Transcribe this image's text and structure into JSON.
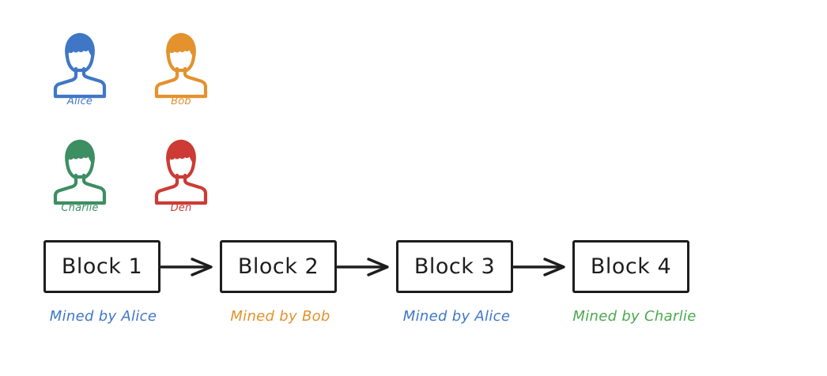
{
  "diagram": {
    "title": "Blockchain mining participants and block chain",
    "background": "#ffffff"
  },
  "participants": {
    "section_name": "participants",
    "people": [
      {
        "name": "Alice",
        "color": "#3f77c6",
        "icon": "person-avatar-icon"
      },
      {
        "name": "Bob",
        "color": "#e3922e",
        "icon": "person-avatar-icon"
      },
      {
        "name": "Charlie",
        "color": "#3d8e62",
        "icon": "person-avatar-icon"
      },
      {
        "name": "Den",
        "color": "#cc3b35",
        "icon": "person-avatar-icon"
      }
    ]
  },
  "chain": {
    "arrow_icon": "arrow-right-icon",
    "stroke_color": "#1d1d1d",
    "blocks": [
      {
        "label": "Block 1",
        "miner_caption": "Mined by Alice",
        "miner": "Alice",
        "color": "#3f77c6"
      },
      {
        "label": "Block 2",
        "miner_caption": "Mined by Bob",
        "miner": "Bob",
        "color": "#e3922e"
      },
      {
        "label": "Block 3",
        "miner_caption": "Mined by Alice",
        "miner": "Alice",
        "color": "#3f77c6"
      },
      {
        "label": "Block 4",
        "miner_caption": "Mined by Charlie",
        "miner": "Charlie",
        "color": "#4aa84f"
      }
    ]
  },
  "colors": {
    "blue": "#3f77c6",
    "orange": "#e3922e",
    "green": "#3d8e62",
    "green_bright": "#4aa84f",
    "red": "#cc3b35",
    "ink": "#1d1d1d"
  }
}
